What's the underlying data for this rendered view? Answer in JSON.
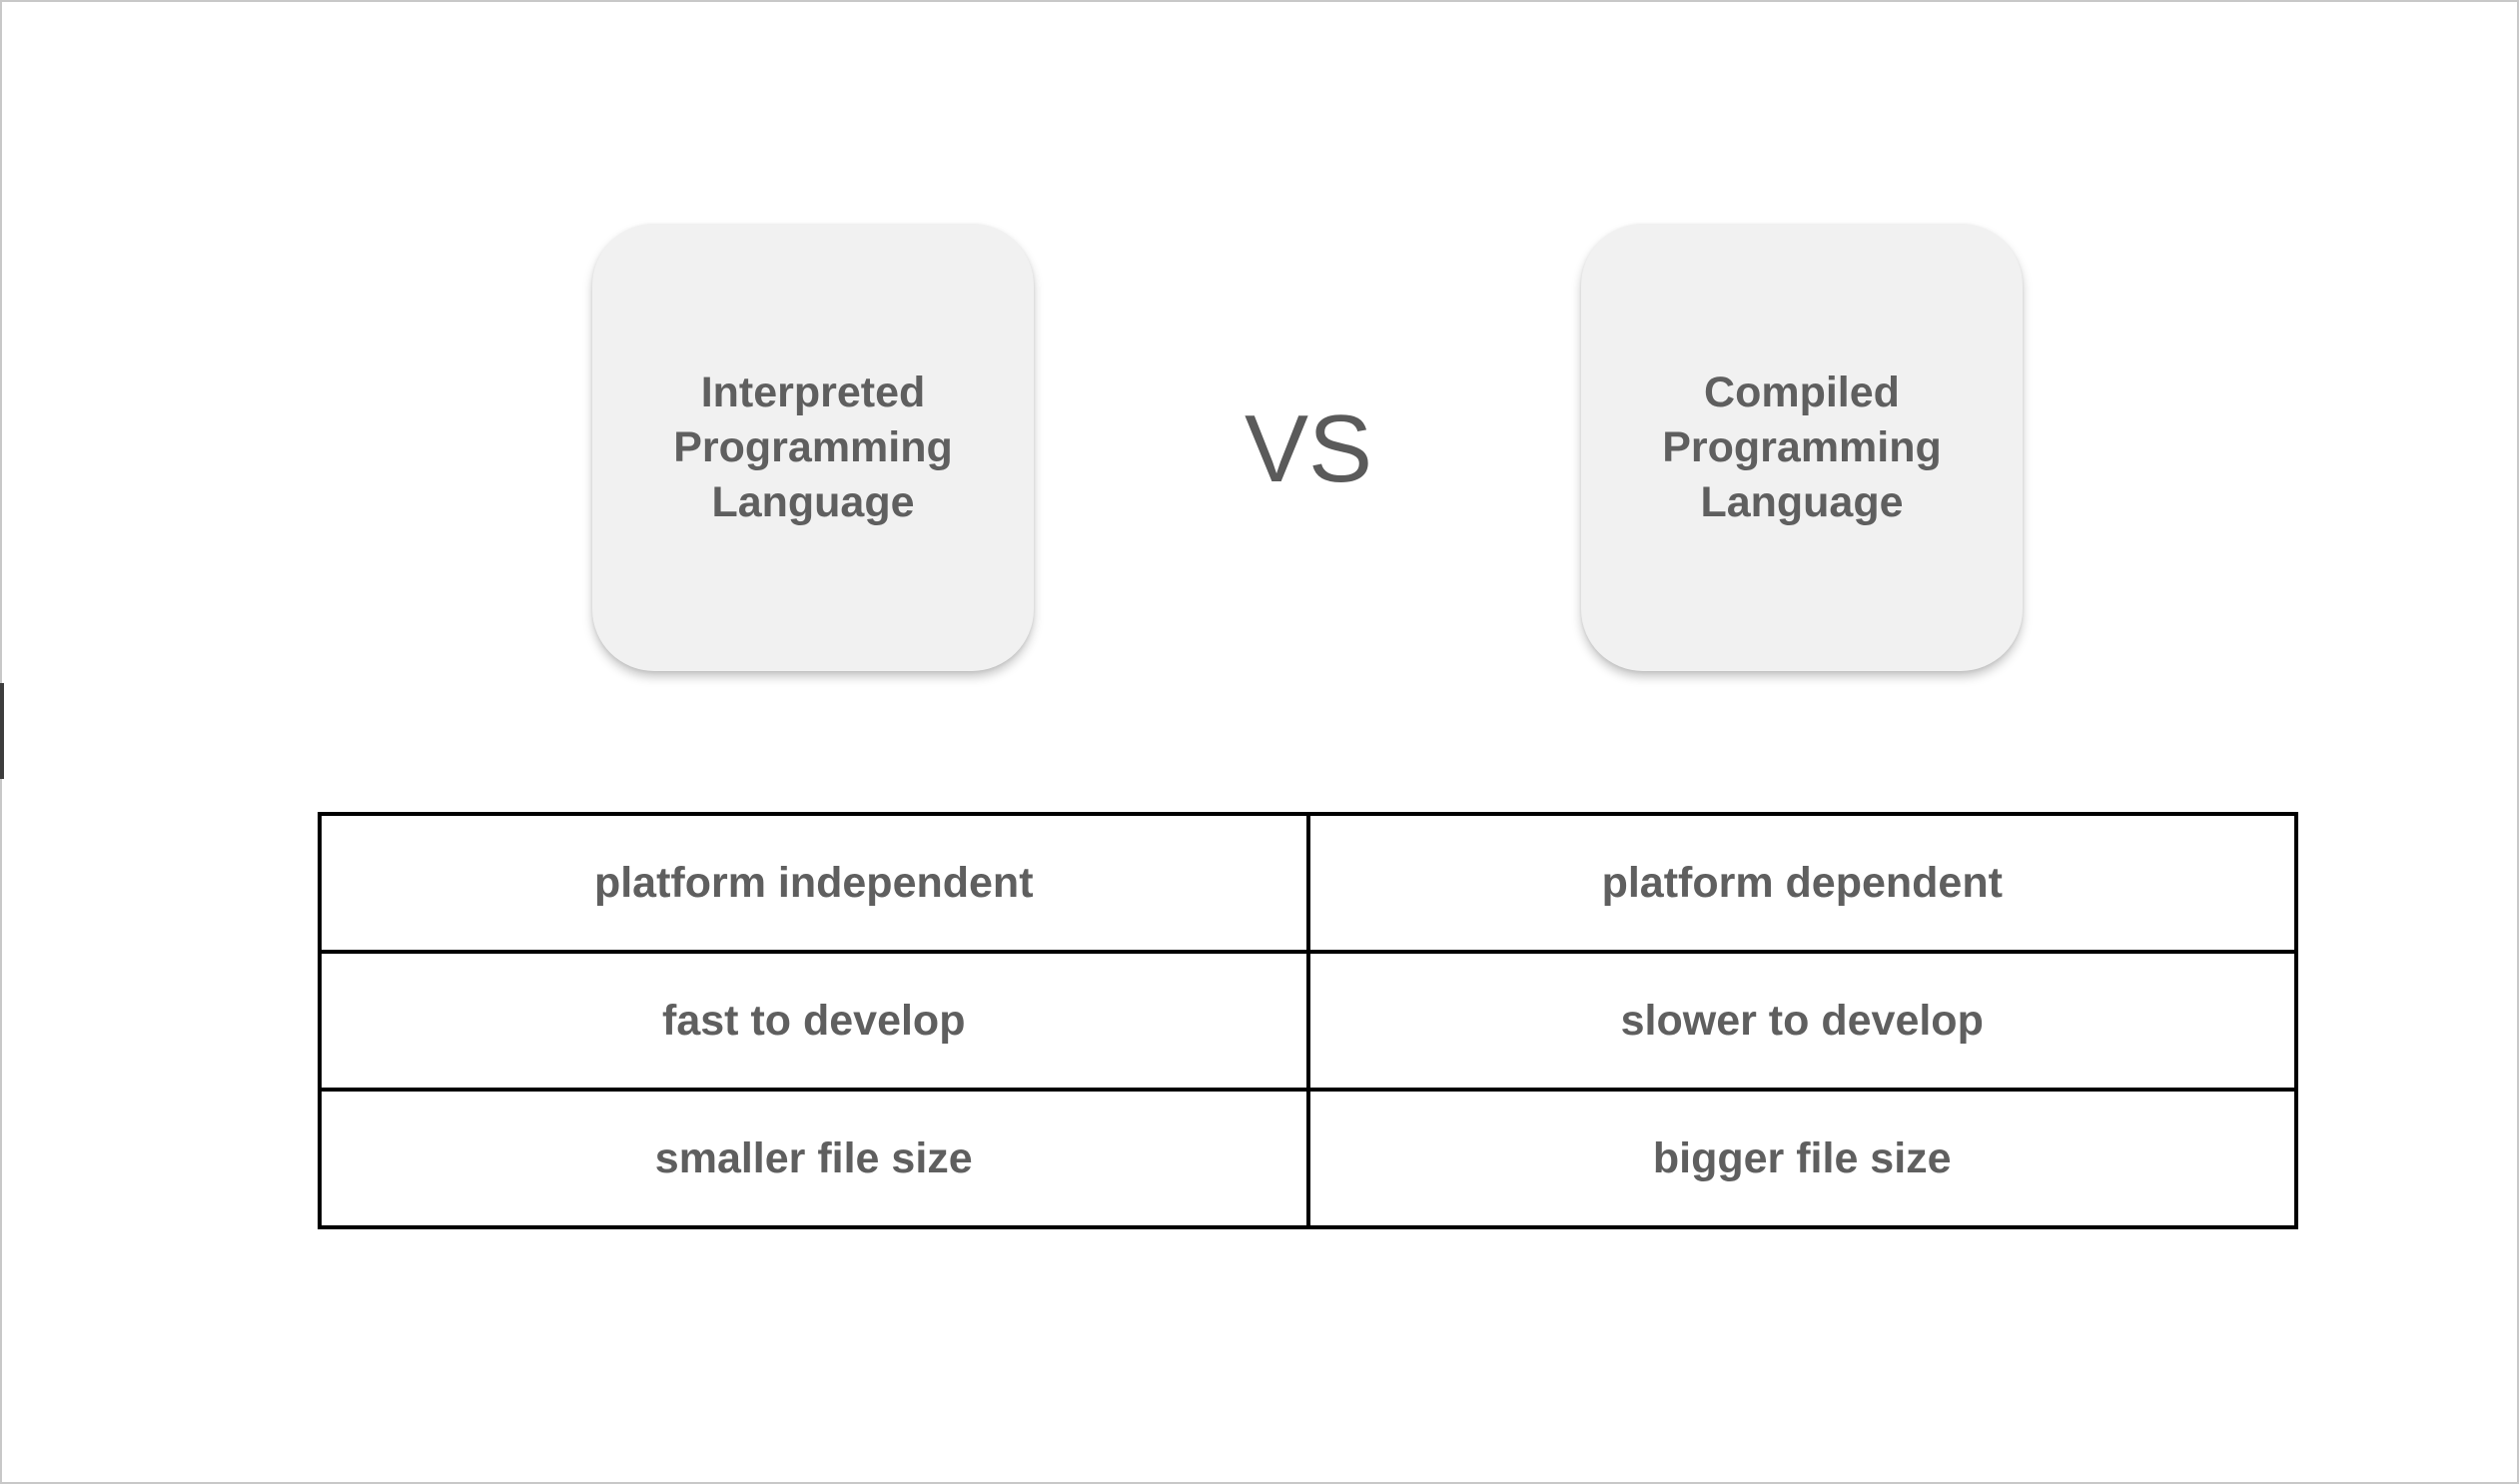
{
  "cards": {
    "left": "Interpreted\nProgramming\nLanguage",
    "right": "Compiled\nProgramming\nLanguage"
  },
  "vs_label": "VS",
  "comparison": {
    "rows": [
      {
        "left": "platform independent",
        "right": "platform dependent"
      },
      {
        "left": "fast to develop",
        "right": "slower to develop"
      },
      {
        "left": "smaller file size",
        "right": "bigger file size"
      }
    ]
  }
}
